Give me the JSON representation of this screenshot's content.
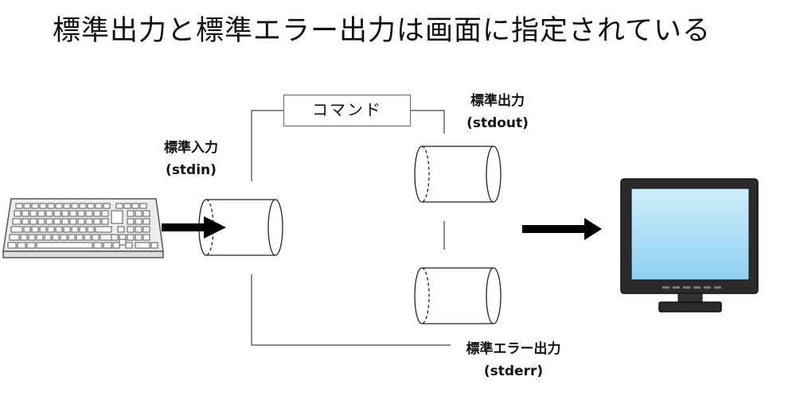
{
  "title": "標準出力と標準エラー出力は画面に指定されている",
  "command": {
    "label": "コマンド"
  },
  "stdin": {
    "name": "標準入力",
    "code": "(stdin)"
  },
  "stdout": {
    "name": "標準出力",
    "code": "(stdout)"
  },
  "stderr": {
    "name": "標準エラー出力",
    "code": "(stderr)"
  },
  "colors": {
    "line": "#666666",
    "arrow": "#000000",
    "screen": "#aee0f7",
    "monitor": "#2b2b2b"
  },
  "icons": {
    "input_device": "keyboard-icon",
    "output_device": "monitor-icon"
  }
}
